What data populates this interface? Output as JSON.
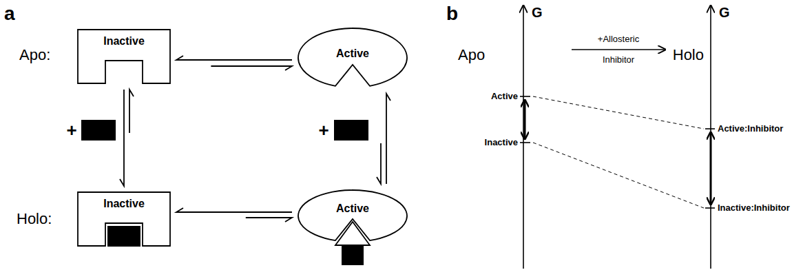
{
  "diagram": {
    "nodes": [
      {
        "text": [
          "Inactive"
        ]
      },
      {
        "text": [
          "Active"
        ]
      },
      {
        "text": [
          "Inactive"
        ]
      },
      {
        "text": [
          "Active"
        ]
      }
    ],
    "edges": [
      {
        "from": 0,
        "to": 1,
        "arrow": "both"
      },
      {
        "from": 0,
        "to": 2,
        "arrow": "both"
      },
      {
        "from": 1,
        "to": 3,
        "arrow": "both"
      },
      {
        "from": 2,
        "to": 3,
        "arrow": "both"
      }
    ],
    "labels": [
      "a",
      "Apo:",
      "Holo:",
      "+",
      "+",
      "b",
      "G",
      "G",
      "Apo",
      "+Allosteric Inhibitor",
      "Holo",
      "Active",
      "Inactive",
      "Active:Inhibitor",
      "Inactive:Inhibitor"
    ]
  }
}
